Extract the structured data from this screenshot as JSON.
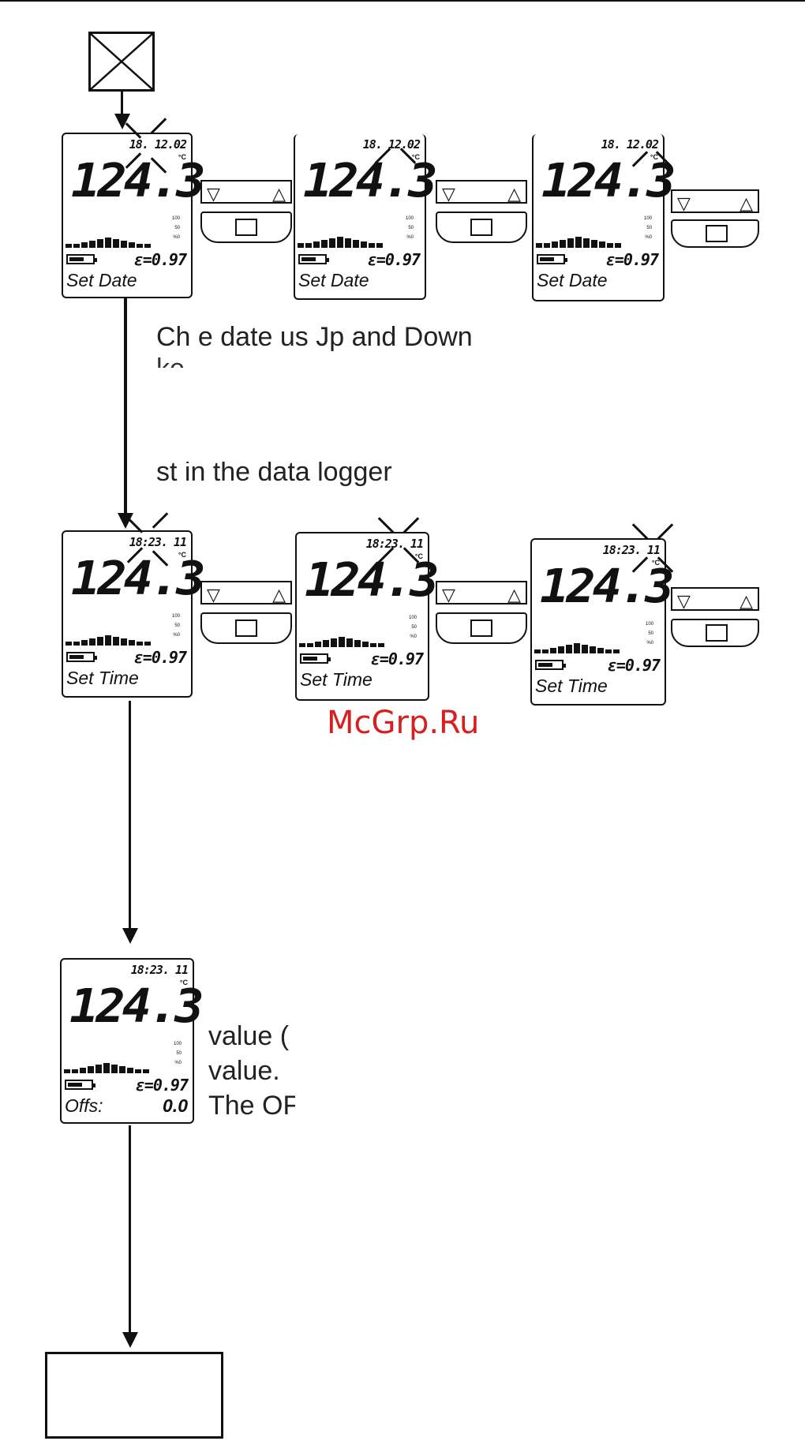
{
  "lcd_common": {
    "reading": "124.3",
    "unit": "°C",
    "emissivity": "ε=0.97",
    "scale_100": "100",
    "scale_50": "50",
    "scale_0": "%0"
  },
  "keys": {
    "down_icon": "▽",
    "up_icon": "△",
    "enter_icon": "enter-square-icon"
  },
  "set_date": {
    "date": "18. 12.02",
    "label": "Set Date"
  },
  "set_time": {
    "time": "18:23. 11",
    "label": "Set Time"
  },
  "offset": {
    "time": "18:23. 11",
    "label": "Offs:",
    "value": "0.0"
  },
  "text_date_1": "Ch            e date us            Jp and Down",
  "text_date_2": "ke                                                  ",
  "text_date_3": "st              in the data logger",
  "text_offs_1": "value (",
  "text_offs_2": "value.",
  "text_offs_3": "The OF",
  "watermark": "McGrp.Ru"
}
